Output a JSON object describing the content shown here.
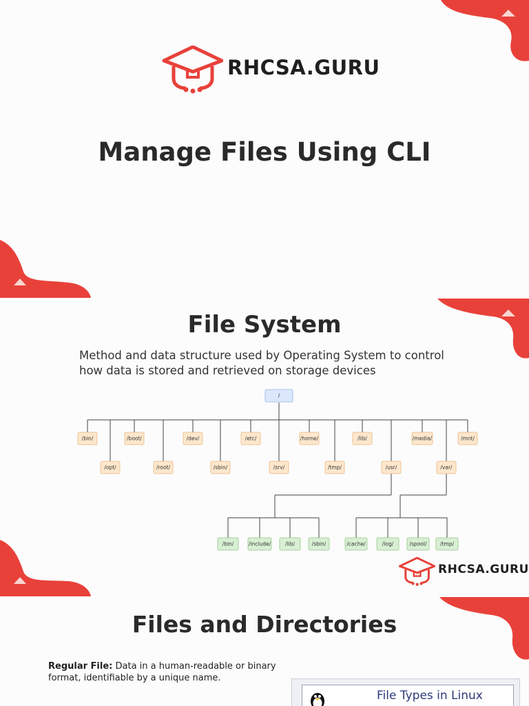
{
  "brand": {
    "name": "RHCSA.GURU"
  },
  "colors": {
    "accent": "#e8413a",
    "text": "#2a2a2a",
    "dir_node": "#fde7cc",
    "root_node": "#dbe8fb",
    "sub_node": "#d8efd3"
  },
  "slide1": {
    "title": "Manage Files Using CLI"
  },
  "slide2": {
    "title": "File System",
    "description": "Method and data structure used by Operating System to control how data is stored and retrieved on storage devices",
    "tree": {
      "root": "/",
      "level1_upper": [
        "/bin/",
        "/boot/",
        "/dev/",
        "/etc/",
        "/home/",
        "/lib/",
        "/media/",
        "/mnt/"
      ],
      "level1_lower": [
        "/opt/",
        "/root/",
        "/sbin/",
        "/srv/",
        "/tmp/",
        "/usr/",
        "/var/"
      ],
      "usr_children": [
        "/bin/",
        "/include/",
        "/lib/",
        "/sbin/"
      ],
      "var_children": [
        "/cache/",
        "/log/",
        "/spool/",
        "/tmp/"
      ]
    }
  },
  "slide3": {
    "title": "Files and Directories",
    "regular_file_label": "Regular File:",
    "regular_file_text": " Data in a human-readable or binary format, identifiable by a unique name.",
    "file_types_title": "File Types in Linux",
    "icons": [
      "graduation-cap-logo-icon",
      "tux-penguin-icon"
    ]
  }
}
